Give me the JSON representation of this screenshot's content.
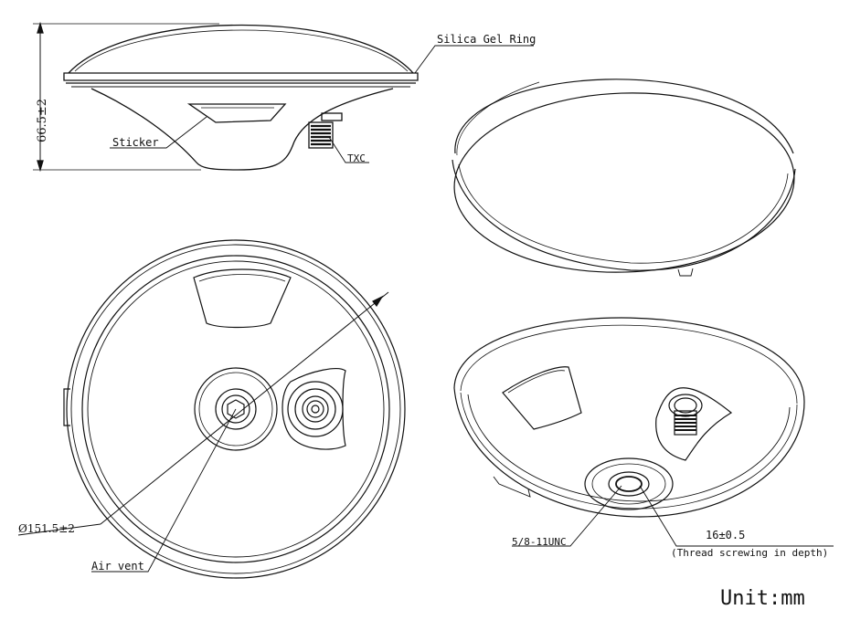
{
  "labels": {
    "height_dim": "66.5±2",
    "silica_gel_ring": "Silica Gel Ring",
    "sticker": "Sticker",
    "txc": "TXC",
    "diameter": "Ø151.5±2",
    "air_vent": "Air vent",
    "thread_spec": "5/8-11UNC",
    "thread_depth": "16±0.5",
    "thread_note": "(Thread screwing in depth)",
    "unit": "Unit:mm"
  },
  "colors": {
    "line": "#111111",
    "background": "#ffffff"
  }
}
